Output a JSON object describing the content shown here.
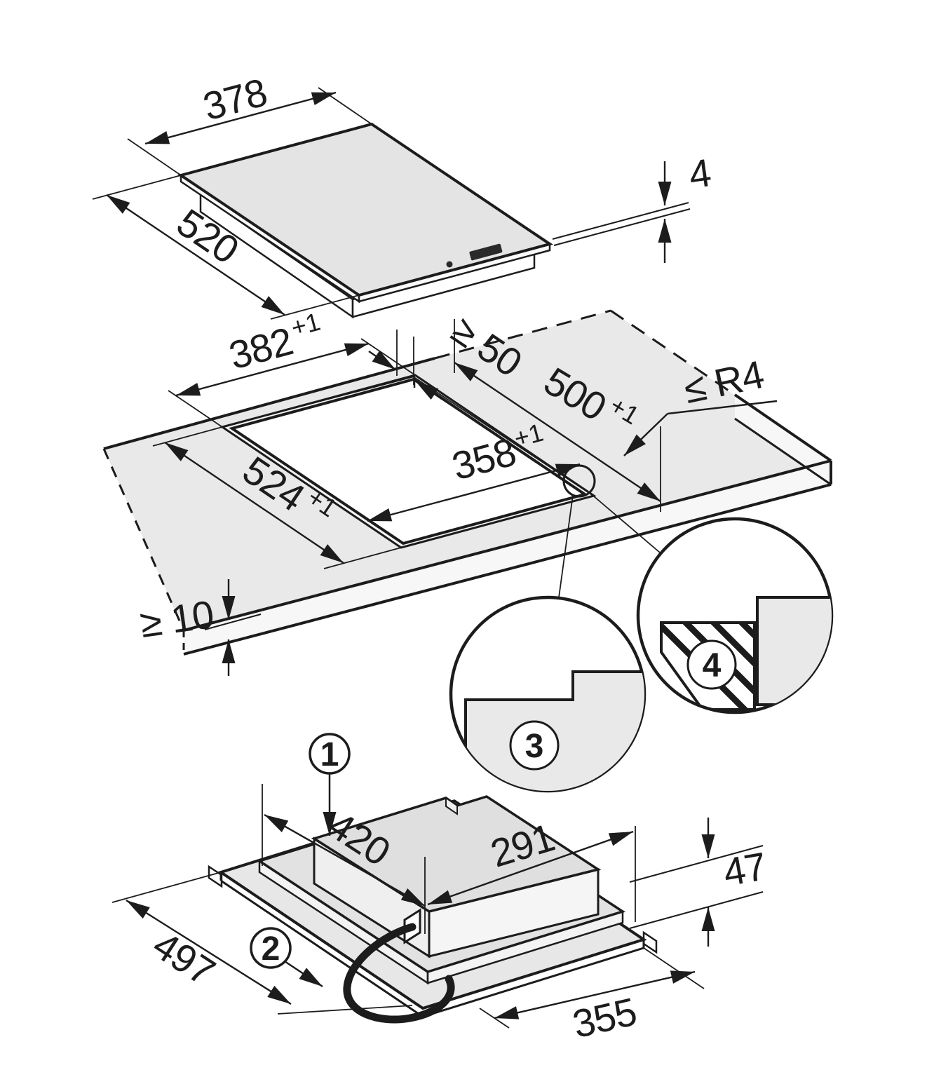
{
  "drawing": {
    "top_view": {
      "glass_width": "378",
      "glass_depth": "520",
      "glass_thickness": "4"
    },
    "cutout_view": {
      "recess_width": "382",
      "recess_width_tol": "+1",
      "wall_clearance": "≥ 50",
      "cutout_depth": "500",
      "cutout_depth_tol": "+1",
      "corner_radius": "≤ R4",
      "recess_depth": "524",
      "recess_depth_tol": "+1",
      "cutout_width": "358",
      "cutout_width_tol": "+1",
      "min_remaining_thickness": "≥ 10"
    },
    "underside_view": {
      "dim_420": "420",
      "dim_291": "291",
      "housing_height": "47",
      "dim_497": "497",
      "dim_355": "355"
    },
    "callouts": {
      "one": "1",
      "two": "2",
      "three": "3",
      "four": "4"
    }
  }
}
